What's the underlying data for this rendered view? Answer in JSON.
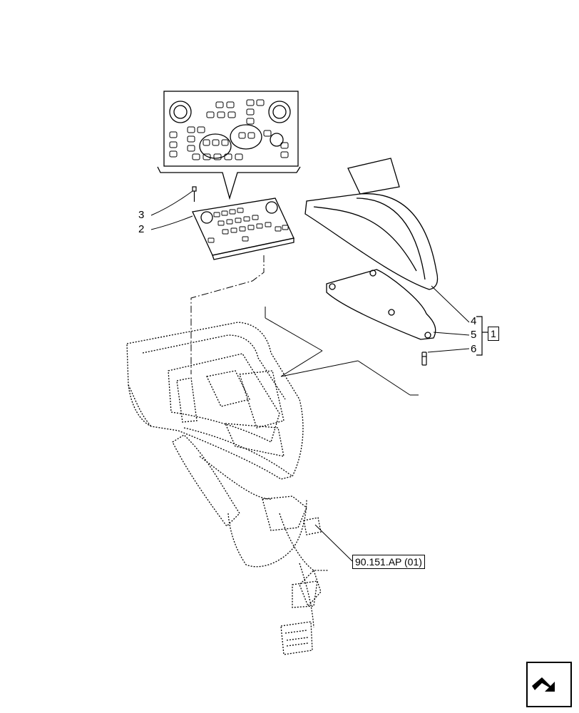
{
  "callouts": {
    "item_2": "2",
    "item_3": "3",
    "item_4": "4",
    "item_5": "5",
    "item_6": "6",
    "kit_ref": "1"
  },
  "reference": {
    "harness_ref": "90.151.AP (01)"
  },
  "navigation": {
    "icon": "next-page-arrow-icon"
  }
}
